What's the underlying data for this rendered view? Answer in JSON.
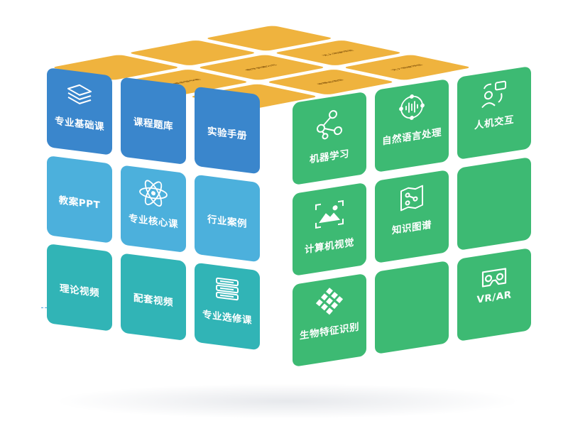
{
  "top_face": {
    "tiles": [
      {
        "label": ""
      },
      {
        "label": ""
      },
      {
        "label": ""
      },
      {
        "label": "单模多智专辑"
      },
      {
        "label": "教学资源分布"
      },
      {
        "label": "无人驾驶项目"
      },
      {
        "label": ""
      },
      {
        "label": "单模态语音"
      },
      {
        "label": "无人驾驶项目"
      }
    ]
  },
  "left_face": {
    "tiles": [
      {
        "label": "专业基础课",
        "icon": "layers-icon",
        "color": "#3a86cc"
      },
      {
        "label": "课程题库",
        "icon": "",
        "color": "#3a86cc"
      },
      {
        "label": "实验手册",
        "icon": "",
        "color": "#3a86cc"
      },
      {
        "label": "教案PPT",
        "icon": "",
        "color": "#4cb0dc"
      },
      {
        "label": "专业核心课",
        "icon": "atom-icon",
        "color": "#4cb0dc"
      },
      {
        "label": "行业案例",
        "icon": "",
        "color": "#4cb0dc"
      },
      {
        "label": "理论视频",
        "icon": "",
        "color": "#31b4b6"
      },
      {
        "label": "配套视频",
        "icon": "",
        "color": "#31b4b6"
      },
      {
        "label": "专业选修课",
        "icon": "books-icon",
        "color": "#31b4b6"
      }
    ]
  },
  "right_face": {
    "tiles": [
      {
        "label": "机器学习",
        "icon": "nodes-icon"
      },
      {
        "label": "自然语言处理",
        "icon": "nlp-icon"
      },
      {
        "label": "人机交互",
        "icon": "hci-icon"
      },
      {
        "label": "计算机视觉",
        "icon": "image-frame-icon"
      },
      {
        "label": "知识图谱",
        "icon": "graph-map-icon"
      },
      {
        "label": "",
        "icon": ""
      },
      {
        "label": "生物特征识别",
        "icon": "grid-icon"
      },
      {
        "label": "",
        "icon": ""
      },
      {
        "label": "VR/AR",
        "icon": "vr-goggles-icon"
      }
    ]
  },
  "colors": {
    "top": "#efb33e",
    "right": "#3dba73",
    "blue_dark": "#3a86cc",
    "blue_light": "#4cb0dc",
    "teal": "#31b4b6"
  }
}
